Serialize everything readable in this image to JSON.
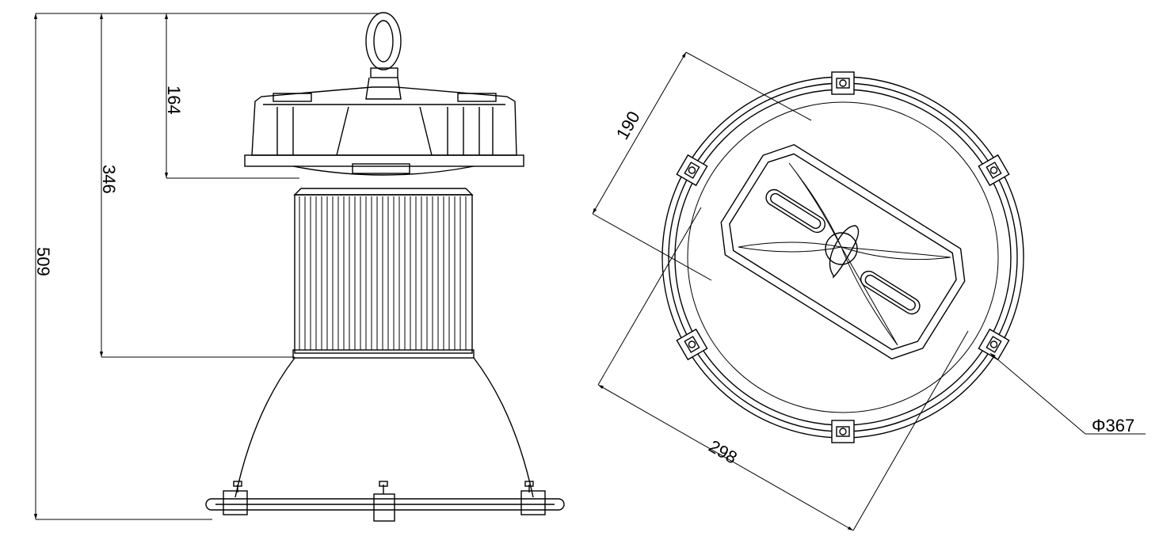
{
  "side_view": {
    "dimensions": [
      {
        "id": "hook-to-housing",
        "value": "164"
      },
      {
        "id": "hook-to-heatsink-bottom",
        "value": "346"
      },
      {
        "id": "overall-height",
        "value": "509"
      }
    ]
  },
  "bottom_view": {
    "dimensions": [
      {
        "id": "driver-width",
        "value": "190"
      },
      {
        "id": "driver-length",
        "value": "298"
      },
      {
        "id": "diameter",
        "value": "Φ367"
      }
    ]
  }
}
